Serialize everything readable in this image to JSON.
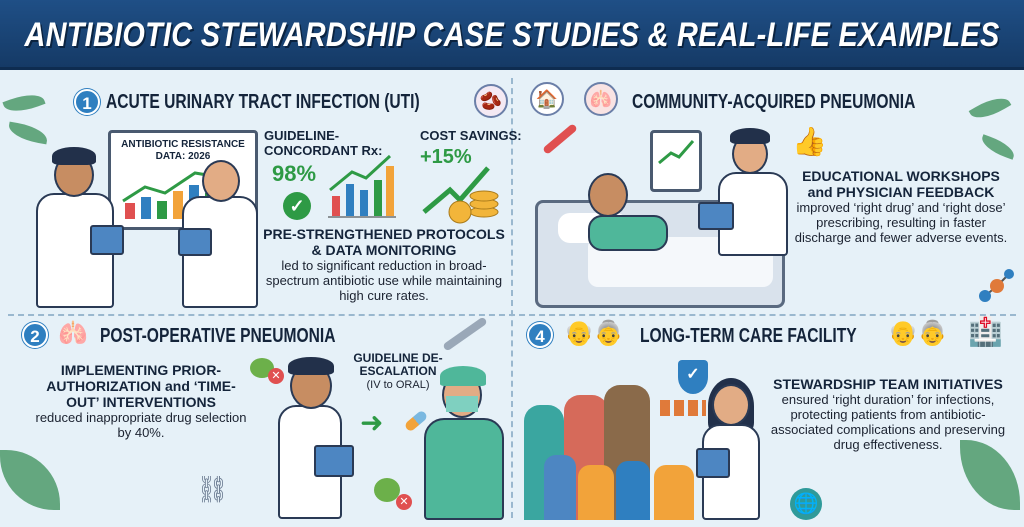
{
  "title": "ANTIBIOTIC STEWARDSHIP CASE STUDIES & REAL-LIFE EXAMPLES",
  "panels": [
    {
      "number": "1",
      "title": "ACUTE URINARY TRACT INFECTION (UTI)",
      "board_label": "ANTIBIOTIC RESISTANCE DATA: 2026",
      "stat1_label": "GUIDELINE-CONCORDANT Rx:",
      "stat1_value": "98%",
      "stat2_label": "COST SAVINGS:",
      "stat2_value": "+15%",
      "heading": "PRE-STRENGTHENED PROTOCOLS & DATA MONITORING",
      "body": "led to significant reduction in broad-spectrum antibiotic use while maintaining high cure rates.",
      "icons": [
        "kidney-icon",
        "bar-chart-icon",
        "check-icon",
        "coins-icon"
      ]
    },
    {
      "title": "COMMUNITY-ACQUIRED PNEUMONIA",
      "heading": "EDUCATIONAL WORKSHOPS and PHYSICIAN FEEDBACK",
      "body": "improved ‘right drug’ and ‘right dose’ prescribing, resulting in faster discharge and fewer adverse events.",
      "icons": [
        "house-icon",
        "lungs-icon",
        "thermometer-icon",
        "thumbs-up-icon",
        "clipboard-chart-icon",
        "molecule-icon"
      ]
    },
    {
      "number": "2",
      "title": "POST-OPERATIVE PNEUMONIA",
      "heading": "IMPLEMENTING PRIOR-AUTHORIZATION and ‘TIME-OUT’ INTERVENTIONS",
      "body": "reduced inappropriate drug selection by 40%.",
      "deescalation_label": "GUIDELINE DE-ESCALATION",
      "deescalation_sub": "(IV to ORAL)",
      "icons": [
        "lungs-icon",
        "bacteria-icon",
        "scalpel-icon",
        "pill-icon",
        "chain-icon"
      ]
    },
    {
      "number": "4",
      "title": "LONG-TERM CARE FACILITY",
      "heading": "STEWARDSHIP TEAM INITIATIVES",
      "body": "ensured ‘right duration’ for infections, protecting patients from antibiotic-associated complications and preserving drug effectiveness.",
      "icons": [
        "elderly-couple-icon",
        "building-icon",
        "shield-check-icon",
        "globe-icon",
        "medicine-bottles-icon"
      ]
    }
  ],
  "colors": {
    "title_bg": "#1f4f86",
    "accent_blue": "#2f7fc0",
    "green": "#2e9a45",
    "panel_bg": "#e3f0f8"
  }
}
